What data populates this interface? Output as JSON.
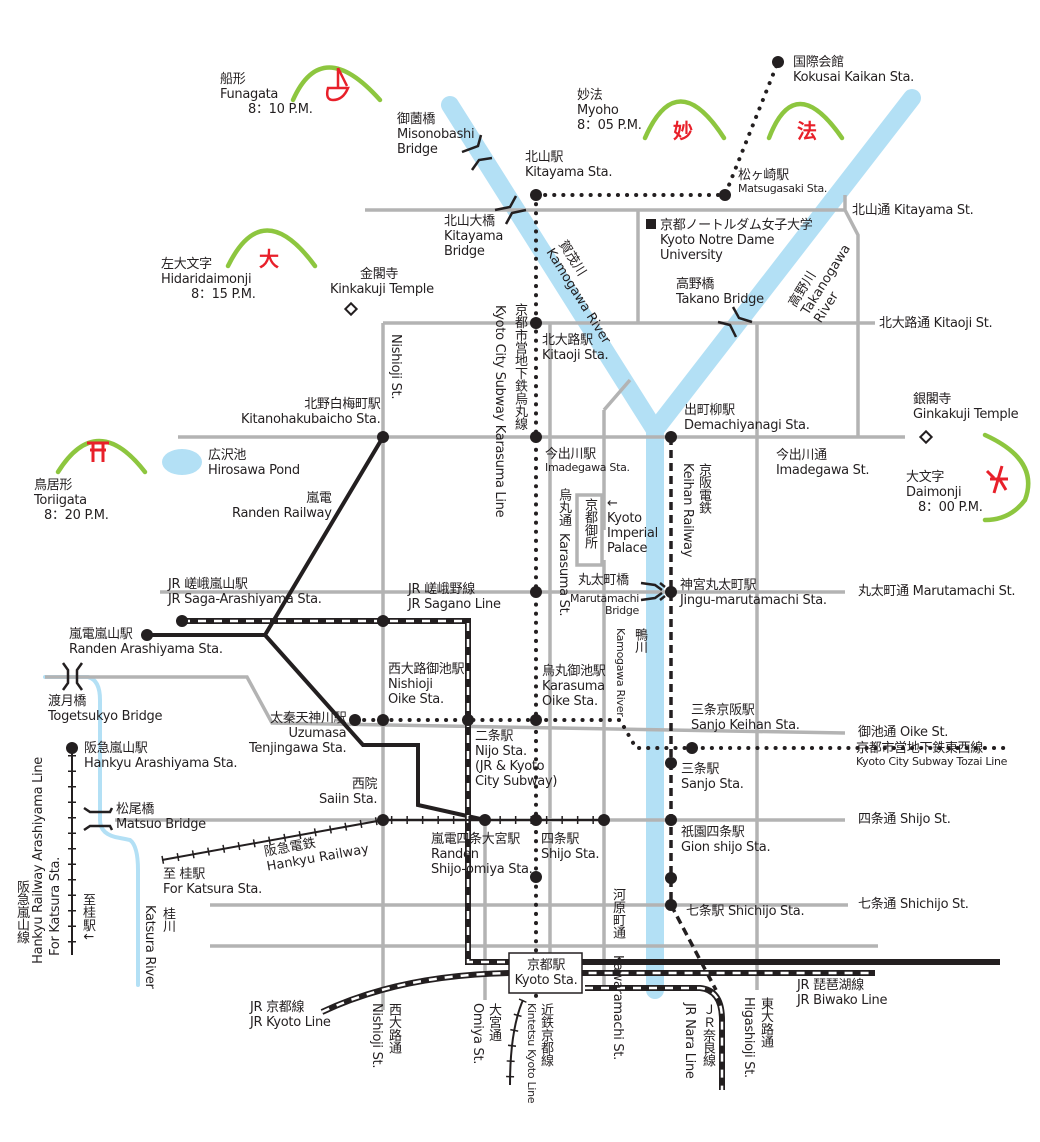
{
  "title": "Gozan no Okuribi Kyoto Access Map",
  "colors": {
    "mountain": "#8dc63f",
    "fire_kanji": "#e8202a",
    "river": "#b3e0f5",
    "street": "#b3b3b3",
    "rail": "#231f20"
  },
  "bonfires": [
    {
      "id": "funagata",
      "jp": "船形",
      "en": "Funagata",
      "time": "8：10 P.M.",
      "symbol": "boat"
    },
    {
      "id": "myoho",
      "jp": "妙法",
      "en": "Myoho",
      "time": "8：05 P.M.",
      "symbol_left": "妙",
      "symbol_right": "法"
    },
    {
      "id": "hidaridaimonji",
      "jp": "左大文字",
      "en": "Hidaridaimonji",
      "time": "8：15 P.M.",
      "symbol": "大"
    },
    {
      "id": "toriigata",
      "jp": "鳥居形",
      "en": "Toriigata",
      "time": "8：20 P.M.",
      "symbol": "torii"
    },
    {
      "id": "daimonji",
      "jp": "大文字",
      "en": "Daimonji",
      "time": "8：00 P.M.",
      "symbol": "大"
    }
  ],
  "landmarks": {
    "kinkakuji": {
      "jp": "金閣寺",
      "en": "Kinkakuji Temple"
    },
    "ginkakuji": {
      "jp": "銀閣寺",
      "en": "Ginkakuji Temple"
    },
    "hirosawa": {
      "jp": "広沢池",
      "en": "Hirosawa Pond"
    },
    "notre_dame": {
      "jp": "京都ノートルダム女子大学",
      "en1": "Kyoto Notre Dame",
      "en2": "University"
    },
    "imperial": {
      "jp": "京都御所",
      "arrow": "←",
      "en1": "Kyoto",
      "en2": "Imperial",
      "en3": "Palace"
    }
  },
  "bridges": {
    "misonobashi": {
      "jp": "御薗橋",
      "en1": "Misonobashi",
      "en2": "Bridge"
    },
    "kitayama": {
      "jp": "北山大橋",
      "en1": "Kitayama",
      "en2": "Bridge"
    },
    "takano": {
      "jp": "高野橋",
      "en": "Takano Bridge"
    },
    "marutamachi": {
      "jp": "丸太町橋",
      "en1": "Marutamachi",
      "en2": "Bridge"
    },
    "togetsukyo": {
      "jp": "渡月橋",
      "en": "Togetsukyo Bridge"
    },
    "matsuo": {
      "jp": "松尾橋",
      "en": "Matsuo Bridge"
    }
  },
  "rivers": {
    "kamogawa": {
      "jp": "賀茂川",
      "en": "Kamogawa River"
    },
    "takanogawa": {
      "jp": "高野川",
      "en1": "Takanogawa",
      "en2": "River"
    },
    "kamogawa_lower": {
      "jp": "鴨川",
      "en": "Kamogawa River"
    },
    "katsura": {
      "jp": "桂川",
      "en": "Katsura River"
    }
  },
  "stations": {
    "kokusai": {
      "jp": "国際会館",
      "en": "Kokusai Kaikan Sta."
    },
    "matsugasaki": {
      "jp": "松ヶ崎駅",
      "en": "Matsugasaki Sta."
    },
    "kitayama": {
      "jp": "北山駅",
      "en": "Kitayama Sta."
    },
    "kitaoji": {
      "jp": "北大路駅",
      "en": "Kitaoji Sta."
    },
    "imadegawa": {
      "jp": "今出川駅",
      "en": "Imadegawa Sta."
    },
    "demachiyanagi": {
      "jp": "出町柳駅",
      "en": "Demachiyanagi Sta."
    },
    "kitanohakubaicho": {
      "jp": "北野白梅町駅",
      "en": "Kitanohakubaicho Sta."
    },
    "jingu": {
      "jp": "神宮丸太町駅",
      "en": "Jingu-marutamachi Sta."
    },
    "saga_arashiyama": {
      "jp": "JR 嵯峨嵐山駅",
      "en": "JR Saga-Arashiyama Sta."
    },
    "randen_arashiyama": {
      "jp": "嵐電嵐山駅",
      "en": "Randen Arashiyama Sta."
    },
    "nishioji_oike": {
      "jp": "西大路御池駅",
      "en1": "Nishioji",
      "en2": "Oike Sta."
    },
    "karasuma_oike": {
      "jp": "烏丸御池駅",
      "en1": "Karasuma",
      "en2": "Oike Sta."
    },
    "uzumasa": {
      "jp": "太秦天神川駅",
      "en1": "Uzumasa",
      "en2": "Tenjingawa Sta."
    },
    "nijo": {
      "jp": "二条駅",
      "en1": "Nijo Sta.",
      "en2": "(JR & Kyoto",
      "en3": "City Subway)"
    },
    "sanjo_keihan": {
      "jp": "三条京阪駅",
      "en": "Sanjo Keihan Sta."
    },
    "sanjo": {
      "jp": "三条駅",
      "en": "Sanjo Sta."
    },
    "hankyu_arashiyama": {
      "jp": "阪急嵐山駅",
      "en": "Hankyu Arashiyama Sta."
    },
    "saiin": {
      "jp": "西院",
      "en": "Saiin Sta."
    },
    "shijo_omiya": {
      "jp": "嵐電四条大宮駅",
      "en1": "Randen",
      "en2": "Shijo-omiya Sta."
    },
    "shijo": {
      "jp": "四条駅",
      "en": "Shijo Sta."
    },
    "gion_shijo": {
      "jp": "祇園四条駅",
      "en": "Gion shijo Sta."
    },
    "shichijo": {
      "jp": "七条駅",
      "en": "Shichijo Sta."
    },
    "katsura_for": {
      "jp": "至 桂駅",
      "en": "For Katsura Sta."
    },
    "kyoto": {
      "jp": "京都駅",
      "en": "Kyoto Sta."
    }
  },
  "lines": {
    "karasuma": {
      "jp": "京都市営地下鉄烏丸線",
      "en": "Kyoto City Subway Karasuma Line"
    },
    "keihan": {
      "jp": "京阪電鉄",
      "en": "Keihan Railway"
    },
    "randen": {
      "jp": "嵐電",
      "en": "Randen Railway"
    },
    "sagano": {
      "jp": "JR 嵯峨野線",
      "en": "JR Sagano Line"
    },
    "tozai": {
      "jp": "京都市営地下鉄東西線",
      "en": "Kyoto City Subway Tozai Line"
    },
    "hankyu": {
      "jp": "阪急電鉄",
      "en": "Hankyu Railway"
    },
    "hankyu_arashiyama": {
      "jp": "阪急嵐山線",
      "en1": "Hankyu Railway Arashiyama Line",
      "en2": "For Katsura Sta.",
      "jp2": "至桂駅↓"
    },
    "jr_kyoto": {
      "jp": "JR 京都線",
      "en": "JR Kyoto Line"
    },
    "jr_biwako": {
      "jp": "JR 琵琶湖線",
      "en": "JR Biwako Line"
    },
    "jr_nara": {
      "jp": "ＪＲ奈良線",
      "en": "JR Nara Line"
    },
    "kintetsu": {
      "jp": "近鉄京都線",
      "en": "Kintetsu Kyoto Line"
    }
  },
  "streets": {
    "kitayama": {
      "jp": "北山通",
      "en": "Kitayama St."
    },
    "kitaoji": {
      "jp": "北大路通",
      "en": "Kitaoji St."
    },
    "imadegawa": {
      "jp": "今出川通",
      "en": "Imadegawa St."
    },
    "marutamachi": {
      "jp": "丸太町通",
      "en": "Marutamachi St."
    },
    "oike": {
      "jp": "御池通",
      "en": "Oike St."
    },
    "shijo": {
      "jp": "四条通",
      "en": "Shijo St."
    },
    "shichijo": {
      "jp": "七条通",
      "en": "Shichijo St."
    },
    "nishioji": {
      "en": "Nishioji St."
    },
    "nishioji_south": {
      "jp": "西大路通",
      "en": "Nishioji St."
    },
    "karasuma": {
      "jp": "烏丸通",
      "en": "Karasuma St."
    },
    "omiya": {
      "jp": "大宮通",
      "en": "Omiya St."
    },
    "kawaramachi": {
      "jp": "河原町通",
      "en": "Kawaramachi St."
    },
    "higashioji": {
      "jp": "東大路通",
      "en": "Higashioji St."
    }
  }
}
